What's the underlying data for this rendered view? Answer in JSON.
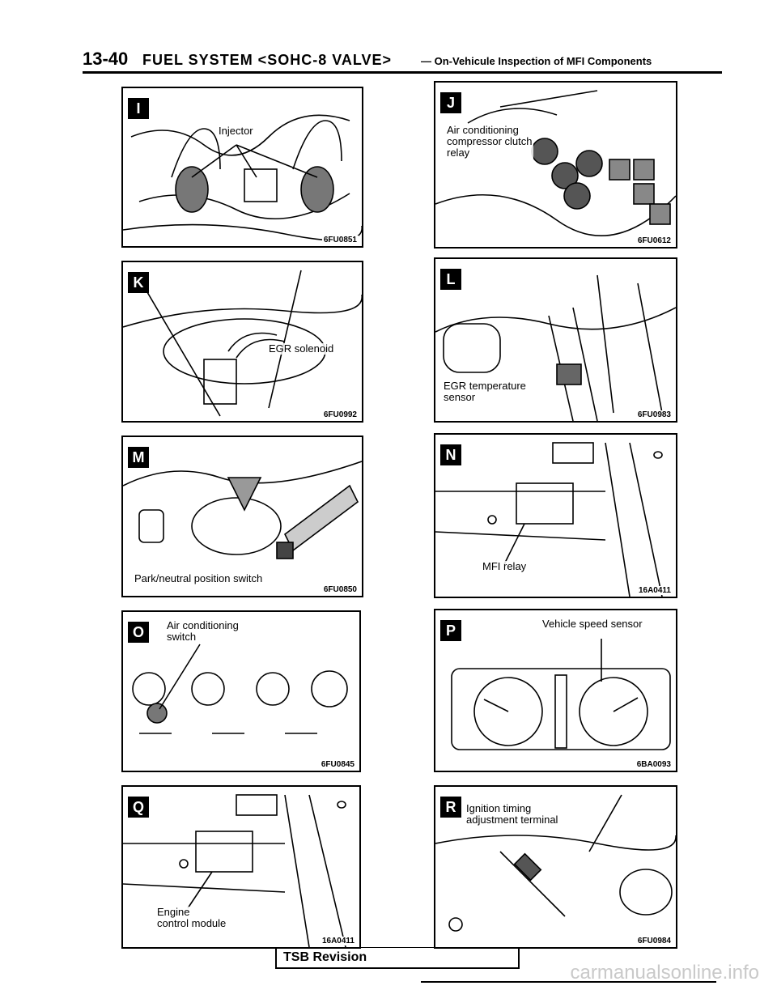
{
  "header": {
    "page_number": "13-40",
    "system": "FUEL SYSTEM <SOHC-8 VALVE>",
    "subtitle": "— On-Vehicule Inspection of MFI Components"
  },
  "panels": {
    "I": {
      "badge": "I",
      "label": "Injector",
      "code": "6FU0851"
    },
    "J": {
      "badge": "J",
      "label": "Air conditioning\ncompressor clutch\nrelay",
      "code": "6FU0612"
    },
    "K": {
      "badge": "K",
      "label": "EGR solenoid",
      "code": "6FU0992"
    },
    "L": {
      "badge": "L",
      "label": "EGR temperature\nsensor",
      "code": "6FU0983"
    },
    "M": {
      "badge": "M",
      "label": "Park/neutral position switch",
      "code": "6FU0850"
    },
    "N": {
      "badge": "N",
      "label": "MFI relay",
      "code": "16A0411"
    },
    "O": {
      "badge": "O",
      "label": "Air conditioning\nswitch",
      "code": "6FU0845"
    },
    "P": {
      "badge": "P",
      "label": "Vehicle speed sensor",
      "code": "6BA0093"
    },
    "Q": {
      "badge": "Q",
      "label": "Engine\ncontrol module",
      "code": "16A0411"
    },
    "R": {
      "badge": "R",
      "label": "Ignition timing\nadjustment terminal",
      "code": "6FU0984"
    }
  },
  "footer": {
    "tsb": "TSB Revision",
    "watermark": "carmanualsonline.info"
  }
}
